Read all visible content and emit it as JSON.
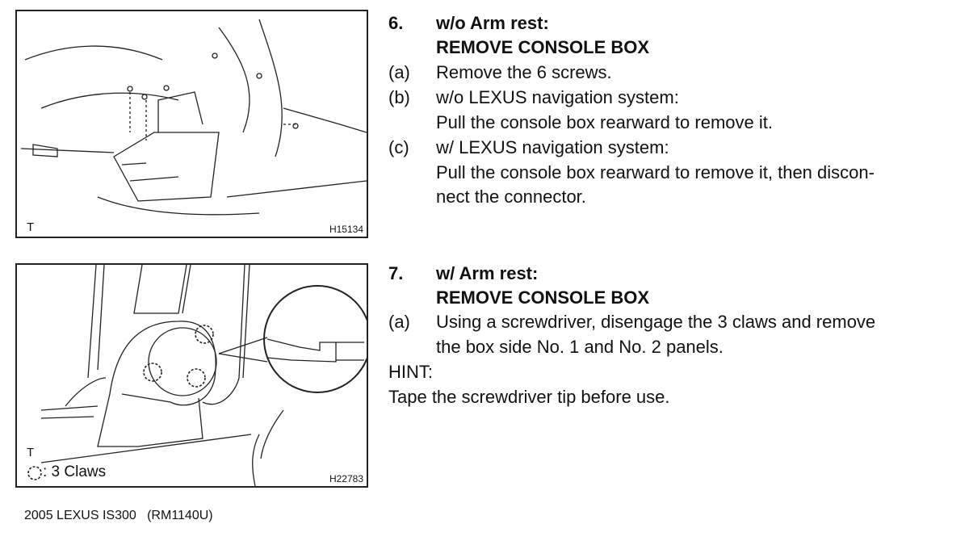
{
  "figures": [
    {
      "corner_label": "T",
      "code": "H15134"
    },
    {
      "corner_label": "T",
      "code": "H22783",
      "legend": ": 3 Claws"
    }
  ],
  "sections": [
    {
      "number": "6.",
      "title": "w/o Arm rest:",
      "heading": "REMOVE CONSOLE BOX",
      "steps": [
        {
          "label": "(a)",
          "lines": [
            "Remove the 6 screws."
          ]
        },
        {
          "label": "(b)",
          "lines": [
            "w/o LEXUS navigation system:",
            "Pull the console box rearward to remove it."
          ]
        },
        {
          "label": "(c)",
          "lines": [
            "w/ LEXUS navigation system:",
            "Pull the console box rearward to remove it, then discon-",
            "nect the connector."
          ]
        }
      ]
    },
    {
      "number": "7.",
      "title": "w/ Arm rest:",
      "heading": "REMOVE CONSOLE BOX",
      "steps": [
        {
          "label": "(a)",
          "lines": [
            "Using a screwdriver, disengage the 3 claws and remove",
            "the box side No. 1 and No. 2 panels."
          ]
        }
      ],
      "hint_label": "HINT:",
      "hint": "Tape the screwdriver tip before use."
    }
  ],
  "footer": "2005 LEXUS IS300   (RM1140U)"
}
